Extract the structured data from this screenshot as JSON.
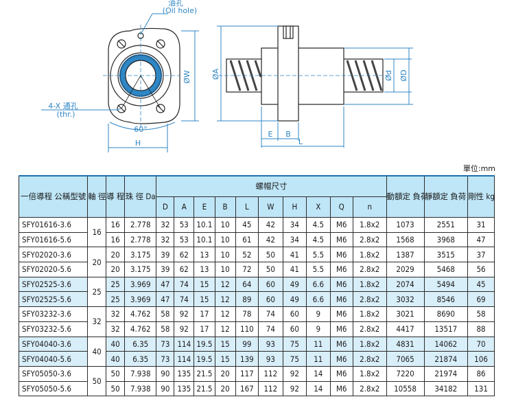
{
  "drawing": {
    "oil_hole_zh": "油孔",
    "oil_hole_en": "(Oil hole)",
    "thru_hole_zh": "4-X 通孔",
    "thru_hole_en": "(thr.)",
    "angle": "60°",
    "dim_W": "ØW",
    "dim_H": "H",
    "dim_A": "ØA",
    "dim_d": "Ød",
    "dim_D": "ØD",
    "dim_E": "E",
    "dim_B": "B",
    "dim_L": "L"
  },
  "unit_label": "單位:mm",
  "table": {
    "headers": {
      "model": "一倍導程\n公稱型號",
      "shaft": "軸\n徑\nd",
      "lead": "導\n程\nl",
      "ball": "珠\n徑\nDa",
      "nut_dims": "螺帽尺寸",
      "dynamic": "動額定\n負荷\nCa",
      "static": "靜額定\n負荷\nCoa",
      "stiffness": "剛性\nkgf/\nμm",
      "sub": [
        "D",
        "A",
        "E",
        "B",
        "L",
        "W",
        "H",
        "X",
        "Q",
        "n"
      ]
    },
    "groups": [
      {
        "d": "16",
        "rows": [
          [
            "SFY01616-3.6",
            "16",
            "2.778",
            "32",
            "53",
            "10.1",
            "10",
            "45",
            "42",
            "34",
            "4.5",
            "M6",
            "1.8x2",
            "1073",
            "2551",
            "31"
          ],
          [
            "SFY01616-5.6",
            "16",
            "2.778",
            "32",
            "53",
            "10.1",
            "10",
            "61",
            "42",
            "34",
            "4.5",
            "M6",
            "2.8x2",
            "1568",
            "3968",
            "47"
          ]
        ]
      },
      {
        "d": "20",
        "rows": [
          [
            "SFY02020-3.6",
            "20",
            "3.175",
            "39",
            "62",
            "13",
            "10",
            "52",
            "50",
            "41",
            "5.5",
            "M6",
            "1.8x2",
            "1387",
            "3515",
            "37"
          ],
          [
            "SFY02020-5.6",
            "20",
            "3.175",
            "39",
            "62",
            "13",
            "10",
            "72",
            "50",
            "41",
            "5.5",
            "M6",
            "2.8x2",
            "2029",
            "5468",
            "56"
          ]
        ]
      },
      {
        "d": "25",
        "rows": [
          [
            "SFY02525-3.6",
            "25",
            "3.969",
            "47",
            "74",
            "15",
            "12",
            "64",
            "60",
            "49",
            "6.6",
            "M6",
            "1.8x2",
            "2074",
            "5494",
            "45"
          ],
          [
            "SFY02525-5.6",
            "25",
            "3.969",
            "47",
            "74",
            "15",
            "12",
            "89",
            "60",
            "49",
            "6.6",
            "M6",
            "2.8x2",
            "3032",
            "8546",
            "69"
          ]
        ]
      },
      {
        "d": "32",
        "rows": [
          [
            "SFY03232-3.6",
            "32",
            "4.762",
            "58",
            "92",
            "17",
            "12",
            "78",
            "74",
            "60",
            "9",
            "M6",
            "1.8x2",
            "3021",
            "8690",
            "58"
          ],
          [
            "SFY03232-5.6",
            "32",
            "4.762",
            "58",
            "92",
            "17",
            "12",
            "110",
            "74",
            "60",
            "9",
            "M6",
            "2.8x2",
            "4417",
            "13517",
            "88"
          ]
        ]
      },
      {
        "d": "40",
        "rows": [
          [
            "SFY04040-3.6",
            "40",
            "6.35",
            "73",
            "114",
            "19.5",
            "15",
            "99",
            "93",
            "75",
            "11",
            "M6",
            "1.8x2",
            "4831",
            "14062",
            "70"
          ],
          [
            "SFY04040-5.6",
            "40",
            "6.35",
            "73",
            "114",
            "19.5",
            "15",
            "139",
            "93",
            "75",
            "11",
            "M6",
            "2.8x2",
            "7065",
            "21874",
            "106"
          ]
        ]
      },
      {
        "d": "50",
        "rows": [
          [
            "SFY05050-3.6",
            "50",
            "7.938",
            "90",
            "135",
            "21.5",
            "20",
            "117",
            "112",
            "92",
            "14",
            "M6",
            "1.8x2",
            "7220",
            "21974",
            "86"
          ],
          [
            "SFY05050-5.6",
            "50",
            "7.938",
            "90",
            "135",
            "21.5",
            "20",
            "167",
            "112",
            "92",
            "14",
            "M6",
            "2.8x2",
            "10558",
            "34182",
            "131"
          ]
        ]
      }
    ]
  }
}
